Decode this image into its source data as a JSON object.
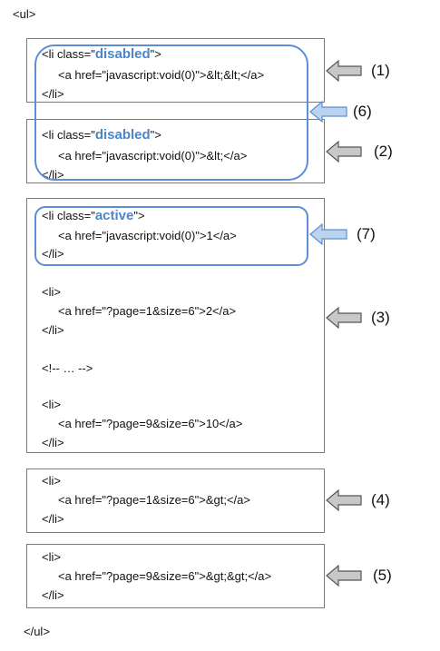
{
  "open_tag": "<ul>",
  "close_tag": "</ul>",
  "boxes": [
    {
      "pre": "<li class=\"",
      "kw": "disabled",
      "post": "\">",
      "link": "<a href=\"javascript:void(0)\">&lt;&lt;</a>",
      "end": "</li>",
      "label": "(1)"
    },
    {
      "pre": "<li class=\"",
      "kw": "disabled",
      "post": "\">",
      "link": "<a href=\"javascript:void(0)\">&lt;</a>",
      "end": "</li>",
      "label": "(2)"
    },
    {
      "label": "(3)",
      "active": {
        "pre": "<li class=\"",
        "kw": "active",
        "post": "\">",
        "link": "<a href=\"javascript:void(0)\">1</a>",
        "end": "</li>"
      },
      "item2": {
        "open": "<li>",
        "link": "<a href=\"?page=1&size=6\">2</a>",
        "end": "</li>"
      },
      "comment": "<!-- … -->",
      "item10": {
        "open": "<li>",
        "link": "<a href=\"?page=9&size=6\">10</a>",
        "end": "</li>"
      }
    },
    {
      "open": "<li>",
      "link": "<a href=\"?page=1&size=6\">&gt;</a>",
      "end": "</li>",
      "label": "(4)"
    },
    {
      "open": "<li>",
      "link": "<a href=\"?page=9&size=6\">&gt;&gt;</a>",
      "end": "</li>",
      "label": "(5)"
    }
  ],
  "group_labels": {
    "disabled_group": "(6)",
    "active_item": "(7)"
  },
  "colors": {
    "highlight": "#4a86c8",
    "rounded_border": "#5b8ed6",
    "gray_arrow": "#c8c8c8",
    "blue_arrow": "#bcd3ee"
  }
}
